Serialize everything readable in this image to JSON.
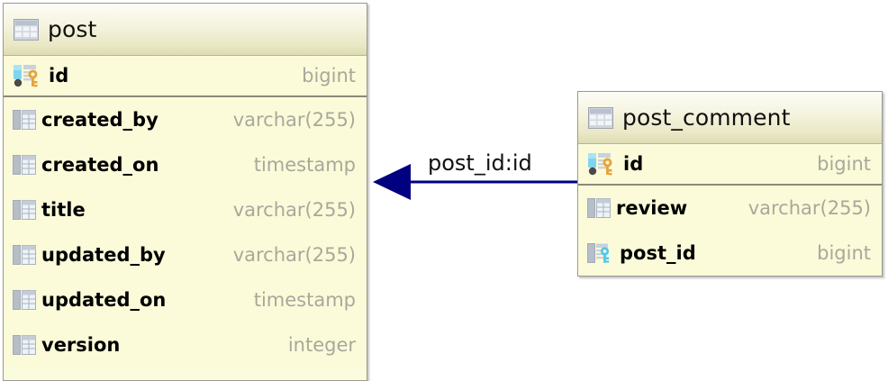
{
  "diagram": {
    "type": "entity-relationship-diagram",
    "background_color": "#ffffff"
  },
  "colors": {
    "entity_body": "#fbfbd9",
    "entity_header_top": "#fdfdf6",
    "entity_header_bottom": "#dedcb4",
    "entity_border": "#9a9a92",
    "type_text": "#a8a89c",
    "name_text": "#000000",
    "relation_line": "#000080",
    "primary_key_icon": "#e8a33d",
    "foreign_key_icon": "#4cc6ef",
    "column_icon": "#b6bec9"
  },
  "entities": [
    {
      "id": "post",
      "name": "post",
      "header_icon": "table-icon",
      "columns": [
        {
          "name": "id",
          "type": "bigint",
          "icon": "primary-key-icon",
          "is_primary_key": true,
          "is_foreign_key": false
        },
        {
          "name": "created_by",
          "type": "varchar(255)",
          "icon": "column-icon",
          "is_primary_key": false,
          "is_foreign_key": false
        },
        {
          "name": "created_on",
          "type": "timestamp",
          "icon": "column-icon",
          "is_primary_key": false,
          "is_foreign_key": false
        },
        {
          "name": "title",
          "type": "varchar(255)",
          "icon": "column-icon",
          "is_primary_key": false,
          "is_foreign_key": false
        },
        {
          "name": "updated_by",
          "type": "varchar(255)",
          "icon": "column-icon",
          "is_primary_key": false,
          "is_foreign_key": false
        },
        {
          "name": "updated_on",
          "type": "timestamp",
          "icon": "column-icon",
          "is_primary_key": false,
          "is_foreign_key": false
        },
        {
          "name": "version",
          "type": "integer",
          "icon": "column-icon",
          "is_primary_key": false,
          "is_foreign_key": false
        }
      ]
    },
    {
      "id": "post_comment",
      "name": "post_comment",
      "header_icon": "table-icon",
      "columns": [
        {
          "name": "id",
          "type": "bigint",
          "icon": "primary-key-icon",
          "is_primary_key": true,
          "is_foreign_key": false
        },
        {
          "name": "review",
          "type": "varchar(255)",
          "icon": "column-icon",
          "is_primary_key": false,
          "is_foreign_key": false
        },
        {
          "name": "post_id",
          "type": "bigint",
          "icon": "foreign-key-icon",
          "is_primary_key": false,
          "is_foreign_key": true
        }
      ]
    }
  ],
  "relationships": [
    {
      "label": "post_id:id",
      "from_entity": "post_comment",
      "from_column": "post_id",
      "to_entity": "post",
      "to_column": "id",
      "arrow_direction": "left",
      "line_color": "#000080"
    }
  ]
}
